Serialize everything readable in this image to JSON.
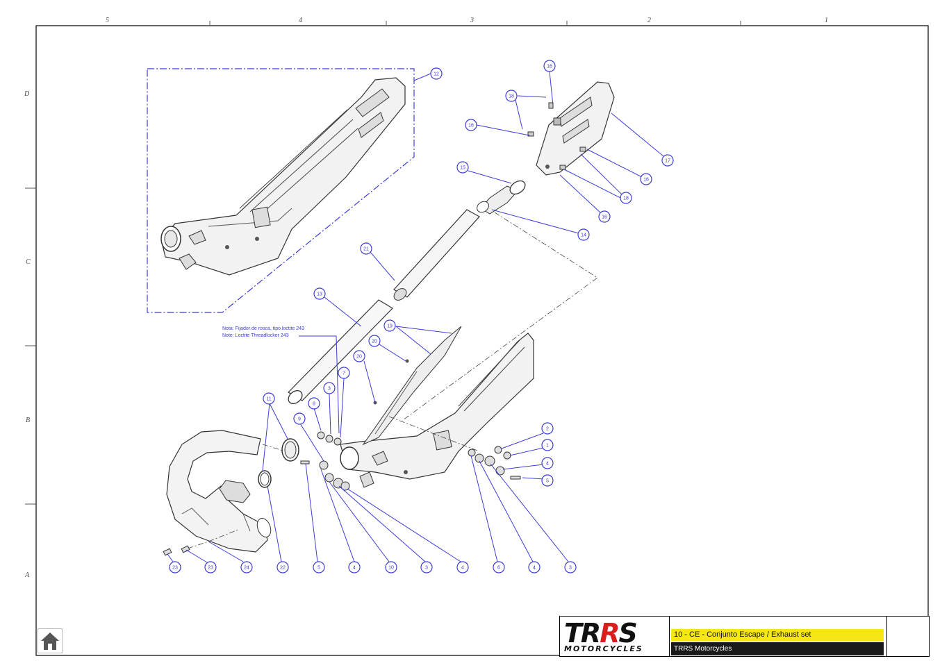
{
  "frame": {
    "top_zones": [
      "5",
      "4",
      "3",
      "2",
      "1"
    ],
    "left_zones": [
      "D",
      "C",
      "B",
      "A"
    ]
  },
  "balloons": [
    {
      "id": "b12",
      "label": "12"
    },
    {
      "id": "b16a",
      "label": "16"
    },
    {
      "id": "b18a",
      "label": "18"
    },
    {
      "id": "b16b",
      "label": "16"
    },
    {
      "id": "b17",
      "label": "17"
    },
    {
      "id": "b16c",
      "label": "16"
    },
    {
      "id": "b18b",
      "label": "18"
    },
    {
      "id": "b16d",
      "label": "16"
    },
    {
      "id": "b15",
      "label": "15"
    },
    {
      "id": "b14",
      "label": "14"
    },
    {
      "id": "b21",
      "label": "21"
    },
    {
      "id": "b13",
      "label": "13"
    },
    {
      "id": "b19",
      "label": "19"
    },
    {
      "id": "b20a",
      "label": "20"
    },
    {
      "id": "b20b",
      "label": "20"
    },
    {
      "id": "b7",
      "label": "7"
    },
    {
      "id": "b3a",
      "label": "3"
    },
    {
      "id": "b8",
      "label": "8"
    },
    {
      "id": "b11",
      "label": "11"
    },
    {
      "id": "b9",
      "label": "9"
    },
    {
      "id": "b2",
      "label": "2"
    },
    {
      "id": "b1",
      "label": "1"
    },
    {
      "id": "b4a",
      "label": "4"
    },
    {
      "id": "b5a",
      "label": "5"
    },
    {
      "id": "b23a",
      "label": "23"
    },
    {
      "id": "b23b",
      "label": "23"
    },
    {
      "id": "b24",
      "label": "24"
    },
    {
      "id": "b22",
      "label": "22"
    },
    {
      "id": "b5b",
      "label": "5"
    },
    {
      "id": "b4b",
      "label": "4"
    },
    {
      "id": "b10",
      "label": "10"
    },
    {
      "id": "b3b",
      "label": "3"
    },
    {
      "id": "b4c",
      "label": "4"
    },
    {
      "id": "b6",
      "label": "6"
    },
    {
      "id": "b4d",
      "label": "4"
    },
    {
      "id": "b3c",
      "label": "3"
    }
  ],
  "note": {
    "line1": "Nota: Fijador de rosca, tipo loctite 243",
    "line2": "Note: Loctite Threadlocker 243"
  },
  "title_block": {
    "logo": "TRRS",
    "logo_sub": "MOTORCYCLES",
    "title": "10 - CE - Conjunto Escape / Exhaust set",
    "company": "TRRS Motorcycles"
  },
  "colors": {
    "balloon": "#3b3bd6",
    "title_bar": "#f5e614",
    "company_bar": "#1a1a1a",
    "logo_accent": "#d81e1e",
    "badge": "#f5c400"
  },
  "icons": {
    "home": "home-icon"
  }
}
